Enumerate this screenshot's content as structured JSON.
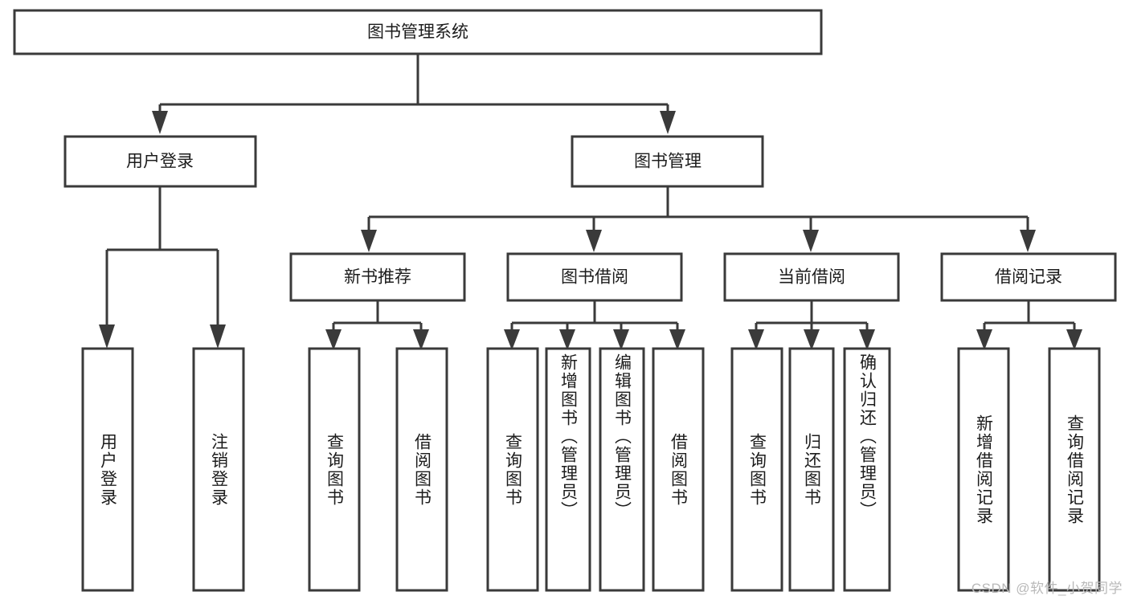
{
  "diagram": {
    "title": "图书管理系统",
    "type": "tree-hierarchy-diagram",
    "colors": {
      "stroke": "#3a3a3a",
      "fill": "#ffffff",
      "text": "#1c1c1c",
      "watermark": "#b9b9b9",
      "background": "#ffffff"
    },
    "root": {
      "label": "图书管理系统"
    },
    "level2": [
      {
        "label": "用户登录"
      },
      {
        "label": "图书管理"
      }
    ],
    "level3": [
      {
        "label": "新书推荐"
      },
      {
        "label": "图书借阅"
      },
      {
        "label": "当前借阅"
      },
      {
        "label": "借阅记录"
      }
    ],
    "leaves": {
      "user_login": [
        {
          "label": "用户登录"
        },
        {
          "label": "注销登录"
        }
      ],
      "new_book_recommend": [
        {
          "label": "查询图书"
        },
        {
          "label": "借阅图书"
        }
      ],
      "book_borrow": [
        {
          "label": "查询图书"
        },
        {
          "label": "新增图书（管理员）"
        },
        {
          "label": "编辑图书（管理员）"
        },
        {
          "label": "借阅图书"
        }
      ],
      "current_borrow": [
        {
          "label": "查询图书"
        },
        {
          "label": "归还图书"
        },
        {
          "label": "确认归还（管理员）"
        }
      ],
      "borrow_record": [
        {
          "label": "新增借阅记录"
        },
        {
          "label": "查询借阅记录"
        }
      ]
    },
    "watermark": "CSDN @软件_小贺同学"
  }
}
